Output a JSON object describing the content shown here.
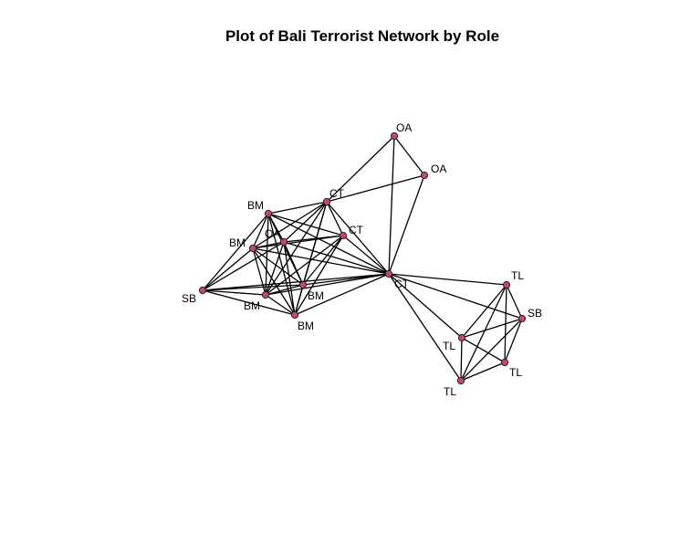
{
  "title": "Plot of Bali Terrorist Network by Role",
  "colors": {
    "node_fill": "#c8466a",
    "node_stroke": "#222222",
    "edge": "#000000",
    "background": "#ffffff"
  },
  "nodes": [
    {
      "id": 0,
      "label": "OA"
    },
    {
      "id": 1,
      "label": "OA"
    },
    {
      "id": 2,
      "label": "CT"
    },
    {
      "id": 3,
      "label": "CT"
    },
    {
      "id": 4,
      "label": "OA"
    },
    {
      "id": 5,
      "label": "BM"
    },
    {
      "id": 6,
      "label": "BM"
    },
    {
      "id": 7,
      "label": "SB"
    },
    {
      "id": 8,
      "label": "BM"
    },
    {
      "id": 9,
      "label": "BM"
    },
    {
      "id": 10,
      "label": "BM"
    },
    {
      "id": 11,
      "label": "CT"
    },
    {
      "id": 12,
      "label": "TL"
    },
    {
      "id": 13,
      "label": "SB"
    },
    {
      "id": 14,
      "label": "TL"
    },
    {
      "id": 15,
      "label": "TL"
    },
    {
      "id": 16,
      "label": "TL"
    }
  ],
  "edges": [
    [
      0,
      1
    ],
    [
      0,
      2
    ],
    [
      0,
      11
    ],
    [
      1,
      2
    ],
    [
      1,
      11
    ],
    [
      2,
      3
    ],
    [
      2,
      4
    ],
    [
      2,
      5
    ],
    [
      2,
      6
    ],
    [
      2,
      8
    ],
    [
      2,
      9
    ],
    [
      2,
      10
    ],
    [
      2,
      11
    ],
    [
      3,
      4
    ],
    [
      3,
      5
    ],
    [
      3,
      6
    ],
    [
      3,
      8
    ],
    [
      3,
      9
    ],
    [
      3,
      10
    ],
    [
      3,
      11
    ],
    [
      4,
      5
    ],
    [
      4,
      6
    ],
    [
      4,
      7
    ],
    [
      4,
      8
    ],
    [
      4,
      9
    ],
    [
      4,
      10
    ],
    [
      4,
      11
    ],
    [
      5,
      6
    ],
    [
      5,
      7
    ],
    [
      5,
      8
    ],
    [
      5,
      9
    ],
    [
      5,
      10
    ],
    [
      5,
      11
    ],
    [
      6,
      7
    ],
    [
      6,
      8
    ],
    [
      6,
      9
    ],
    [
      6,
      10
    ],
    [
      6,
      11
    ],
    [
      7,
      8
    ],
    [
      7,
      9
    ],
    [
      7,
      10
    ],
    [
      7,
      11
    ],
    [
      8,
      9
    ],
    [
      8,
      10
    ],
    [
      8,
      11
    ],
    [
      9,
      10
    ],
    [
      9,
      11
    ],
    [
      10,
      11
    ],
    [
      11,
      12
    ],
    [
      11,
      13
    ],
    [
      11,
      14
    ],
    [
      11,
      16
    ],
    [
      12,
      14
    ],
    [
      12,
      15
    ],
    [
      12,
      16
    ],
    [
      12,
      13
    ],
    [
      13,
      14
    ],
    [
      13,
      15
    ],
    [
      13,
      16
    ],
    [
      14,
      15
    ],
    [
      14,
      16
    ],
    [
      15,
      16
    ]
  ]
}
